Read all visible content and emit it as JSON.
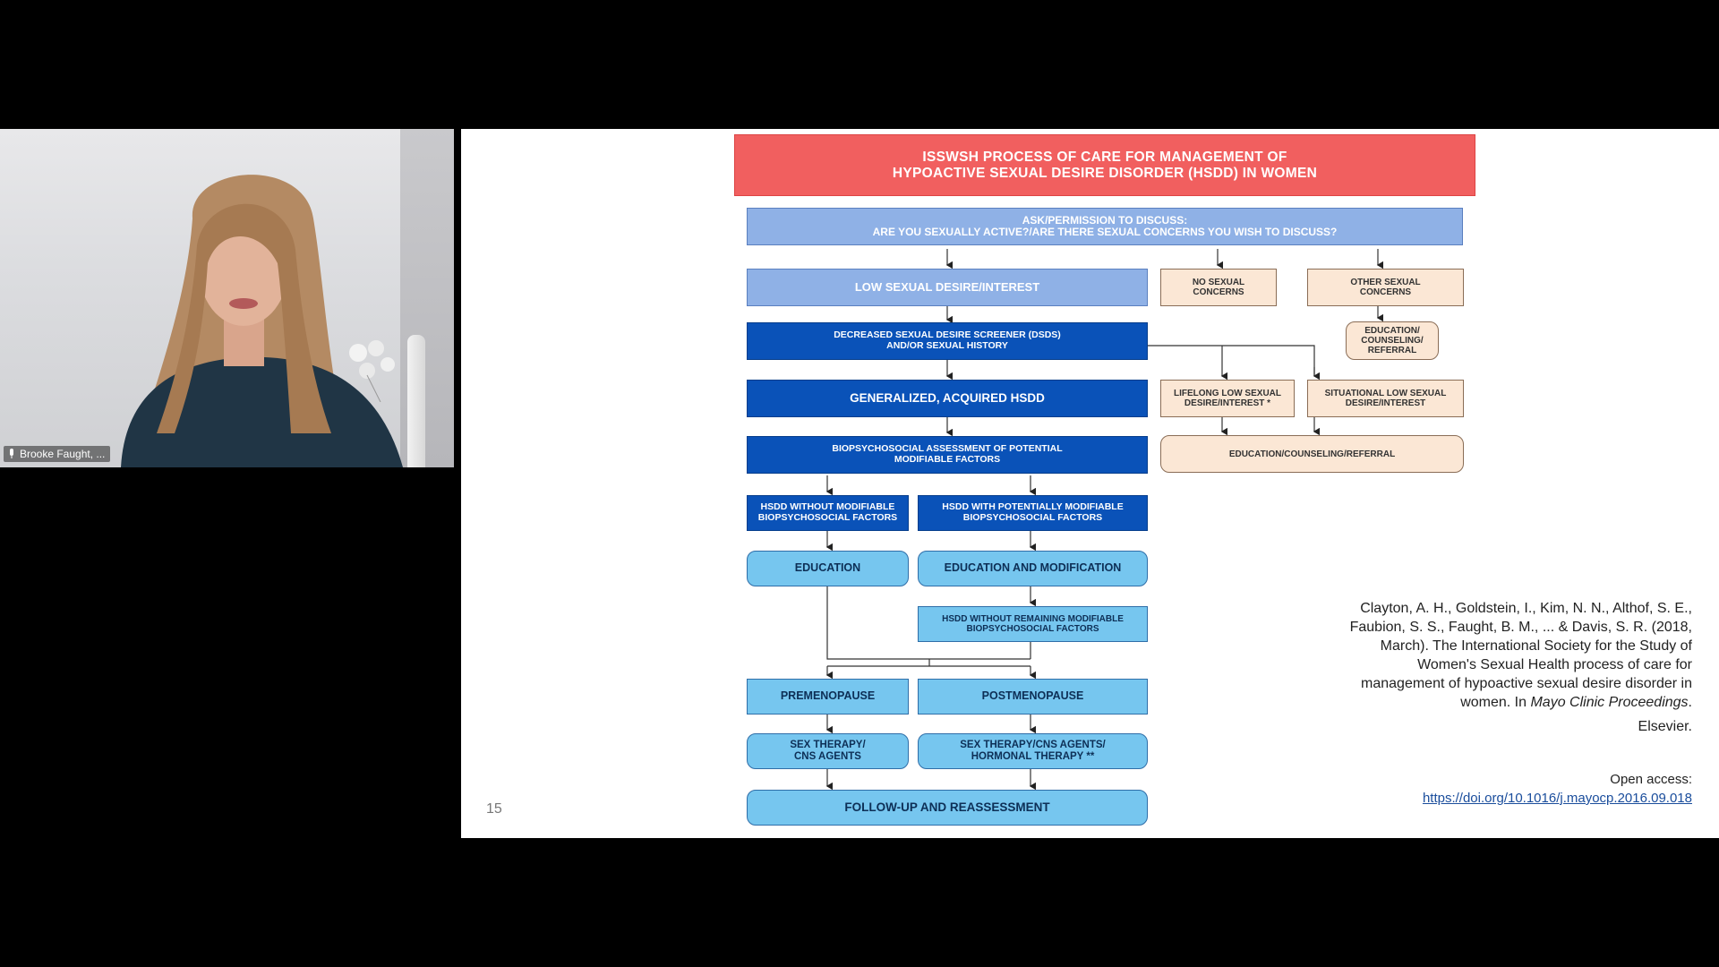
{
  "participant": {
    "name": "Brooke Faught, ...",
    "mic_icon": "microphone-icon"
  },
  "slide": {
    "number": "15",
    "chart_title": "ISSWSH PROCESS OF CARE FOR MANAGEMENT OF\nHYPOACTIVE SEXUAL DESIRE DISORDER (HSDD) IN WOMEN",
    "boxes": {
      "ask": "ASK/PERMISSION TO DISCUSS:\nARE YOU SEXUALLY ACTIVE?/ARE THERE SEXUAL CONCERNS YOU WISH TO DISCUSS?",
      "low_desire": "LOW SEXUAL DESIRE/INTEREST",
      "no_concerns": "NO SEXUAL\nCONCERNS",
      "other_concerns": "OTHER SEXUAL\nCONCERNS",
      "edu_counsel_ref_small": "EDUCATION/\nCOUNSELING/\nREFERRAL",
      "screener": "DECREASED SEXUAL DESIRE SCREENER (DSDS)\nAND/OR SEXUAL HISTORY",
      "lifelong": "LIFELONG LOW SEXUAL\nDESIRE/INTEREST *",
      "situational": "SITUATIONAL LOW SEXUAL\nDESIRE/INTEREST",
      "generalized": "GENERALIZED, ACQUIRED HSDD",
      "edu_counsel_ref_wide": "EDUCATION/COUNSELING/REFERRAL",
      "biopsych": "BIOPSYCHOSOCIAL ASSESSMENT OF POTENTIAL\nMODIFIABLE FACTORS",
      "without_mod": "HSDD WITHOUT MODIFIABLE\nBIOPSYCHOSOCIAL FACTORS",
      "with_mod": "HSDD WITH POTENTIALLY MODIFIABLE\nBIOPSYCHOSOCIAL FACTORS",
      "education": "EDUCATION",
      "education_mod": "EDUCATION AND MODIFICATION",
      "without_remaining": "HSDD WITHOUT REMAINING MODIFIABLE\nBIOPSYCHOSOCIAL FACTORS",
      "premenopause": "PREMENOPAUSE",
      "postmenopause": "POSTMENOPAUSE",
      "sex_therapy_cns": "SEX THERAPY/\nCNS AGENTS",
      "sex_therapy_hormonal": "SEX THERAPY/CNS AGENTS/\nHORMONAL THERAPY **",
      "followup": "FOLLOW-UP AND REASSESSMENT"
    },
    "citation": {
      "text": "Clayton, A. H., Goldstein, I., Kim, N. N., Althof, S. E., Faubion, S. S., Faught, B. M., ... & Davis, S. R. (2018, March). The International Society for the Study of Women's Sexual Health process of care for management of hypoactive sexual desire disorder in women. In ",
      "journal": "Mayo Clinic Proceedings",
      "journal_suffix": ".",
      "publisher": "Elsevier."
    },
    "open_access": {
      "label": "Open access:",
      "link": "https://doi.org/10.1016/j.mayocp.2016.09.018"
    }
  }
}
